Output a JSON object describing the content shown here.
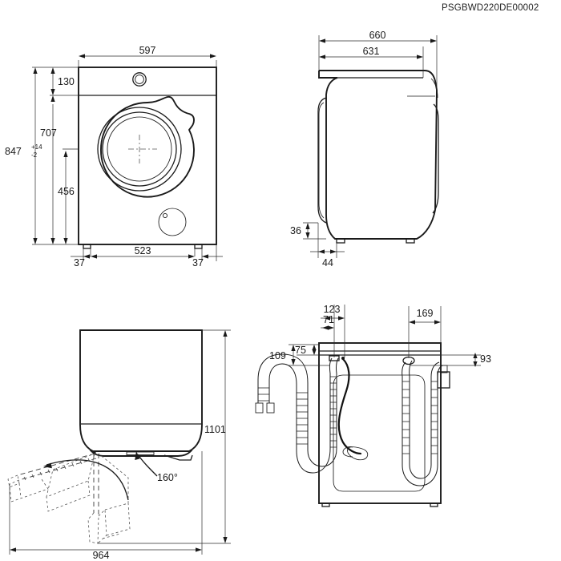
{
  "document": {
    "product_code": "PSGBWD220DE00002",
    "type": "technical-dimension-drawing",
    "appliance": "washing machine / washer dryer",
    "units": "mm"
  },
  "views": {
    "front": {
      "name": "front-view",
      "dimensions": {
        "width": "597",
        "panel_height": "130",
        "door_center_height": "707",
        "total_height": "847",
        "tolerance_plus": "+14",
        "tolerance_minus": "-2",
        "door_lower_height": "456",
        "foot_left": "37",
        "foot_span": "523",
        "foot_right": "37"
      }
    },
    "side": {
      "name": "side-view",
      "dimensions": {
        "depth_total": "660",
        "depth_body": "631",
        "plinth_height": "36",
        "plinth_offset": "44"
      }
    },
    "door_swing": {
      "name": "door-swing-plan-view",
      "dimensions": {
        "depth_with_door": "1101",
        "width_with_door": "964",
        "door_opening_angle": "160°"
      }
    },
    "rear": {
      "name": "rear-view-connections",
      "dimensions": {
        "drain_offset_outer": "123",
        "drain_offset_inner": "71",
        "inlet_offset": "169",
        "drain_height_outer": "109",
        "drain_height_inner": "75",
        "inlet_height": "93"
      }
    }
  }
}
